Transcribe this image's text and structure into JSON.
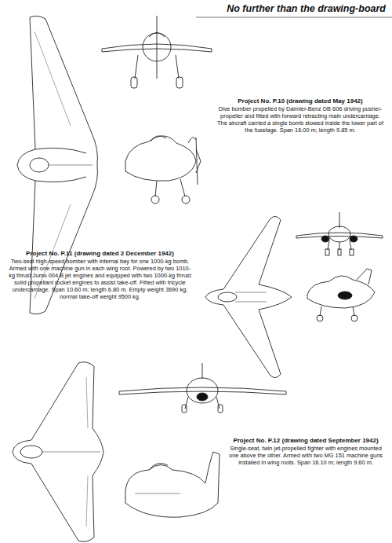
{
  "diagram": {
    "title": "No further than the drawing-board",
    "labels": [
      "Project No. P.10 (drawing dated May 1942)",
      "Dive bomber propelled by Daimler-Benz DB 606 driving pusher-propeller and fitted with forward retracting main undercarriage. The aircraft carried a single bomb stowed inside the lower part of the fuselage. Span 16.00 m; length 9.85 m.",
      "Project No. P.11 (drawing dated 2 December 1942)",
      "Two-seat high-speed bomber with internal bay for one 1000-kg bomb. Armed with one machine gun in each wing root. Powered by two 1010-kg thrust Jumo 004 B jet engines and equipped with two 1000-kg thrust solid propellant rocket engines to assist take-off. Fitted with tricycle undercarriage. Span 10.60 m; length 6.80 m. Empty weight 3690 kg; normal take-off weight 9500 kg.",
      "Project No. P.12 (drawing dated September 1942)",
      "Single-seat, twin jet-propelled fighter with engines mounted one above the other. Armed with two MG 151 machine guns installed in wing roots. Span 16.10 m; length 9.60 m."
    ]
  }
}
